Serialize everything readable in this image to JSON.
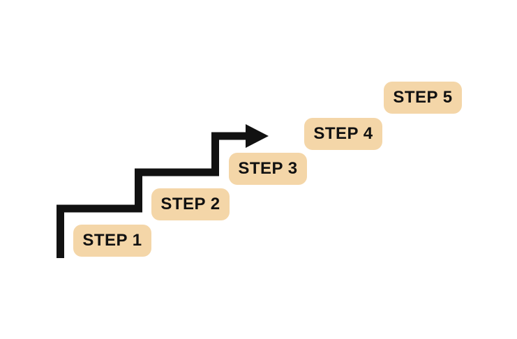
{
  "diagram": {
    "type": "staircase-process",
    "description": "Five-step staircase diagram with ascending black stair arrow and peach step labels",
    "steps": [
      {
        "label": "STEP 1"
      },
      {
        "label": "STEP 2"
      },
      {
        "label": "STEP 3"
      },
      {
        "label": "STEP 4"
      },
      {
        "label": "STEP 5"
      }
    ],
    "colors": {
      "background": "#FFFFFF",
      "badge_fill": "#F4D6A8",
      "arrow": "#111111",
      "text": "#111111"
    },
    "icons": {
      "staircase_arrow": "staircase-arrow-icon"
    }
  }
}
